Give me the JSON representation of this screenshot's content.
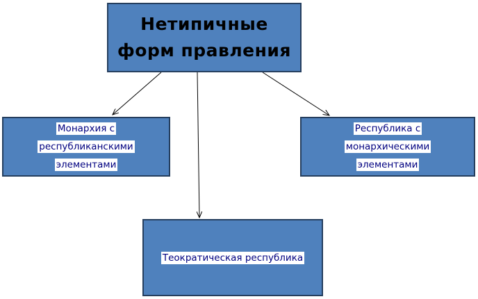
{
  "diagram": {
    "title_line1": "Нетипичные",
    "title_line2": "форм правления",
    "left_line1": "Монархия с",
    "left_line2": "республиканскими",
    "left_line3": "элементами",
    "right_line1": "Республика с",
    "right_line2": "монархическими",
    "right_line3": "элементами",
    "bottom_label": "Теократическая республика"
  },
  "colors": {
    "box_fill": "#4f81bd",
    "box_border": "#253e5e",
    "label_text": "#000080",
    "label_highlight": "#ffffff",
    "arrow": "#000000"
  }
}
